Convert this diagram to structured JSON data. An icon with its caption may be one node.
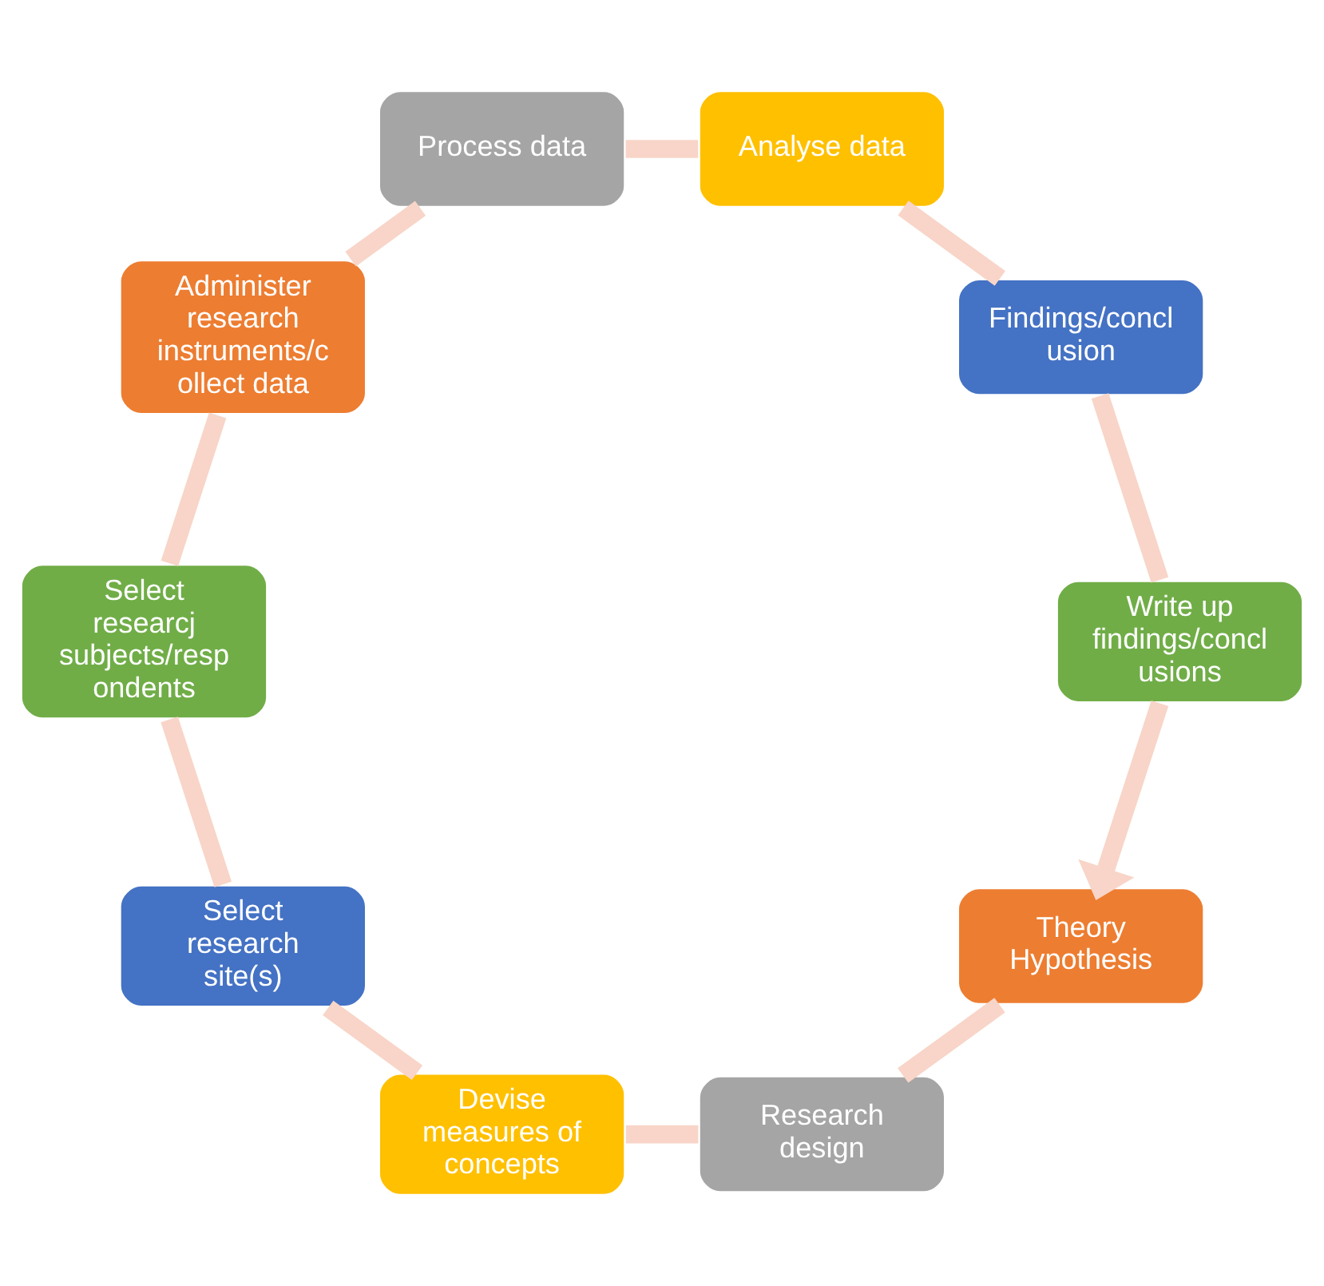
{
  "diagram": {
    "nodes": [
      {
        "text": [
          "Theory Hypothesis"
        ]
      },
      {
        "text": [
          "Research design"
        ]
      },
      {
        "text": [
          "Devise measures of concepts"
        ]
      },
      {
        "text": [
          "Select research site(s)"
        ]
      },
      {
        "text": [
          "Select researcj subjects/resp ondents"
        ]
      },
      {
        "text": [
          "Administer research instruments/c ollect data"
        ]
      },
      {
        "text": [
          "Process data"
        ]
      },
      {
        "text": [
          "Analyse data"
        ]
      },
      {
        "text": [
          "Findings/concl usion"
        ]
      },
      {
        "text": [
          "Write up findings/concl usions"
        ]
      }
    ],
    "edges": [
      {
        "from": 0,
        "to": 1,
        "arrow": "none"
      },
      {
        "from": 1,
        "to": 2,
        "arrow": "none"
      },
      {
        "from": 2,
        "to": 3,
        "arrow": "none"
      },
      {
        "from": 3,
        "to": 4,
        "arrow": "none"
      },
      {
        "from": 4,
        "to": 5,
        "arrow": "none"
      },
      {
        "from": 5,
        "to": 6,
        "arrow": "none"
      },
      {
        "from": 6,
        "to": 7,
        "arrow": "none"
      },
      {
        "from": 7,
        "to": 8,
        "arrow": "none"
      },
      {
        "from": 8,
        "to": 9,
        "arrow": "none"
      },
      {
        "from": 9,
        "to": 0,
        "arrow": "to"
      }
    ]
  }
}
